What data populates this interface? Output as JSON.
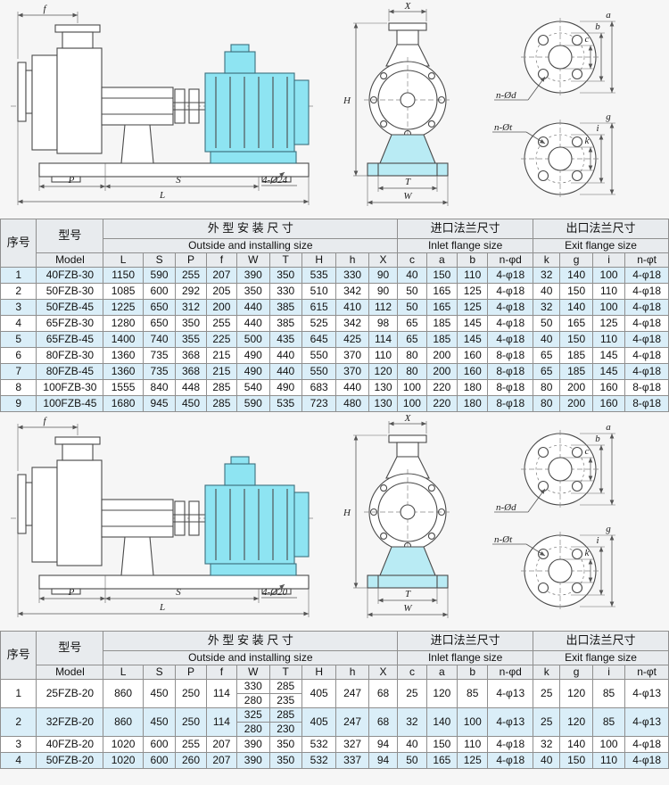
{
  "colors": {
    "motor_cyan": "#8ee4f2",
    "base_cyan": "#b9ebf4",
    "row_shade": "#daeef8",
    "header_bg": "#e8ebee",
    "grid": "#8f8f8f"
  },
  "dims": {
    "f": "f",
    "P": "P",
    "S": "S",
    "L": "L",
    "X": "X",
    "H": "H",
    "T": "T",
    "W": "W",
    "c": "c",
    "b": "b",
    "a": "a",
    "k": "k",
    "i": "i",
    "g": "g",
    "n_d": "n-Ød",
    "n_t": "n-Øt"
  },
  "drawing1": {
    "callout": "4-Ø24"
  },
  "drawing2": {
    "callout": "4-Ø20"
  },
  "table_headers": {
    "serial": "序号",
    "model_cn": "型号",
    "model_en": "Model",
    "outside_cn": "外 型 安 装 尺 寸",
    "outside_en": "Outside and installing size",
    "inlet_cn": "进口法兰尺寸",
    "inlet_en": "Inlet flange size",
    "exit_cn": "出口法兰尺寸",
    "exit_en": "Exit flange size",
    "cols": [
      "L",
      "S",
      "P",
      "f",
      "W",
      "T",
      "H",
      "h",
      "X",
      "c",
      "a",
      "b",
      "n-φd",
      "k",
      "g",
      "i",
      "n-φt"
    ]
  },
  "table1": {
    "rows": [
      {
        "no": "1",
        "model": "40FZB-30",
        "values": [
          "1150",
          "590",
          "255",
          "207",
          "390",
          "350",
          "535",
          "330",
          "90",
          "40",
          "150",
          "110",
          "4-φ18",
          "32",
          "140",
          "100",
          "4-φ18"
        ]
      },
      {
        "no": "2",
        "model": "50FZB-30",
        "values": [
          "1085",
          "600",
          "292",
          "205",
          "350",
          "330",
          "510",
          "342",
          "90",
          "50",
          "165",
          "125",
          "4-φ18",
          "40",
          "150",
          "110",
          "4-φ18"
        ]
      },
      {
        "no": "3",
        "model": "50FZB-45",
        "values": [
          "1225",
          "650",
          "312",
          "200",
          "440",
          "385",
          "615",
          "410",
          "112",
          "50",
          "165",
          "125",
          "4-φ18",
          "32",
          "140",
          "100",
          "4-φ18"
        ]
      },
      {
        "no": "4",
        "model": "65FZB-30",
        "values": [
          "1280",
          "650",
          "350",
          "255",
          "440",
          "385",
          "525",
          "342",
          "98",
          "65",
          "185",
          "145",
          "4-φ18",
          "50",
          "165",
          "125",
          "4-φ18"
        ]
      },
      {
        "no": "5",
        "model": "65FZB-45",
        "values": [
          "1400",
          "740",
          "355",
          "225",
          "500",
          "435",
          "645",
          "425",
          "114",
          "65",
          "185",
          "145",
          "4-φ18",
          "40",
          "150",
          "110",
          "4-φ18"
        ]
      },
      {
        "no": "6",
        "model": "80FZB-30",
        "values": [
          "1360",
          "735",
          "368",
          "215",
          "490",
          "440",
          "550",
          "370",
          "110",
          "80",
          "200",
          "160",
          "8-φ18",
          "65",
          "185",
          "145",
          "4-φ18"
        ]
      },
      {
        "no": "7",
        "model": "80FZB-45",
        "values": [
          "1360",
          "735",
          "368",
          "215",
          "490",
          "440",
          "550",
          "370",
          "120",
          "80",
          "200",
          "160",
          "8-φ18",
          "65",
          "185",
          "145",
          "4-φ18"
        ]
      },
      {
        "no": "8",
        "model": "100FZB-30",
        "values": [
          "1555",
          "840",
          "448",
          "285",
          "540",
          "490",
          "683",
          "440",
          "130",
          "100",
          "220",
          "180",
          "8-φ18",
          "80",
          "200",
          "160",
          "8-φ18"
        ]
      },
      {
        "no": "9",
        "model": "100FZB-45",
        "values": [
          "1680",
          "945",
          "450",
          "285",
          "590",
          "535",
          "723",
          "480",
          "130",
          "100",
          "220",
          "180",
          "8-φ18",
          "80",
          "200",
          "160",
          "8-φ18"
        ]
      }
    ]
  },
  "table2": {
    "rows": [
      {
        "no": "1",
        "model": "25FZB-20",
        "L": "860",
        "S": "450",
        "P": "250",
        "f": "114",
        "W": [
          "330",
          "280"
        ],
        "T": [
          "285",
          "235"
        ],
        "H": "405",
        "h": "247",
        "X": "68",
        "c": "25",
        "a": "120",
        "b": "85",
        "nd": "4-φ13",
        "k": "25",
        "g": "120",
        "i": "85",
        "nt": "4-φ13"
      },
      {
        "no": "2",
        "model": "32FZB-20",
        "L": "860",
        "S": "450",
        "P": "250",
        "f": "114",
        "W": [
          "325",
          "280"
        ],
        "T": [
          "285",
          "230"
        ],
        "H": "405",
        "h": "247",
        "X": "68",
        "c": "32",
        "a": "140",
        "b": "100",
        "nd": "4-φ13",
        "k": "25",
        "g": "120",
        "i": "85",
        "nt": "4-φ13"
      },
      {
        "no": "3",
        "model": "40FZB-20",
        "L": "1020",
        "S": "600",
        "P": "255",
        "f": "207",
        "W": "390",
        "T": "350",
        "H": "532",
        "h": "327",
        "X": "94",
        "c": "40",
        "a": "150",
        "b": "110",
        "nd": "4-φ18",
        "k": "32",
        "g": "140",
        "i": "100",
        "nt": "4-φ18"
      },
      {
        "no": "4",
        "model": "50FZB-20",
        "L": "1020",
        "S": "600",
        "P": "260",
        "f": "207",
        "W": "390",
        "T": "350",
        "H": "532",
        "h": "337",
        "X": "94",
        "c": "50",
        "a": "165",
        "b": "125",
        "nd": "4-φ18",
        "k": "40",
        "g": "150",
        "i": "110",
        "nt": "4-φ18"
      }
    ]
  }
}
